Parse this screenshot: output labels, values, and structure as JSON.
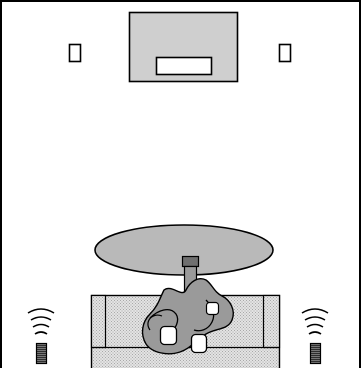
{
  "diagram": {
    "kind": "home-theater-speaker-layout",
    "elements": [
      "front-left-speaker",
      "center-display",
      "front-right-speaker",
      "coffee-table",
      "table-lamp",
      "sofa",
      "listener-figure",
      "surround-left-speaker",
      "surround-right-speaker"
    ]
  },
  "colors": {
    "background": "#ffffff",
    "outline": "#000000",
    "display_fill": "#cfcfcf",
    "table_fill": "#b9b9b9",
    "sofa_fill": "#e3e3e3",
    "sofa_pattern": "#a9a9a9",
    "figure_fill": "#9a9a9a",
    "lamp_fill": "#6f6f6f",
    "surround_body": "#555555"
  }
}
